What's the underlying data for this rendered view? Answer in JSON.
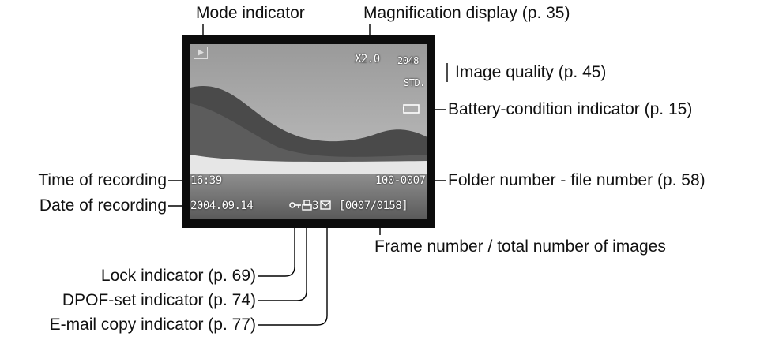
{
  "callouts": {
    "mode_indicator": "Mode indicator",
    "magnification": "Magnification display (p. 35)",
    "image_quality": "Image quality (p. 45)",
    "battery": "Battery-condition indicator (p. 15)",
    "time": "Time of recording",
    "date": "Date of recording",
    "folder_file": "Folder number - file number (p. 58)",
    "frame_total": "Frame number / total number of images",
    "lock": "Lock indicator (p. 69)",
    "dpof": "DPOF-set indicator (p. 74)",
    "email": "E-mail copy indicator (p. 77)"
  },
  "screen": {
    "magnification": "X2.0",
    "resolution": "2048",
    "quality": "STD.",
    "time": "16:39",
    "folder_file": "100-0007",
    "date": "2004.09.14",
    "dpof_count": "3",
    "frame": "[0007/0158]",
    "icons": [
      "play-mode-icon",
      "battery-icon",
      "lock-icon",
      "dpof-print-icon",
      "email-icon"
    ]
  },
  "colors": {
    "screen_frame": "#0c0c0c",
    "osd_text": "#ffffff",
    "line": "#000000"
  }
}
